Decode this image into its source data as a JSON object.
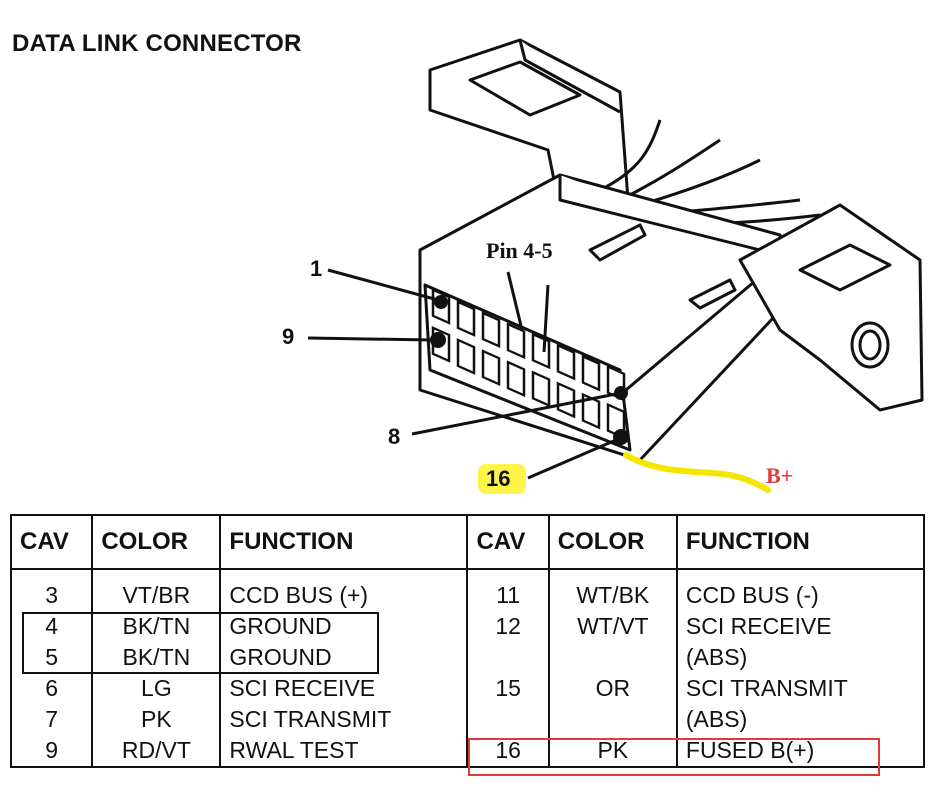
{
  "title": "DATA LINK CONNECTOR",
  "callouts": {
    "pin_1": "1",
    "pin_9": "9",
    "pin_8": "8",
    "pin_16": "16",
    "pin_4_5": "Pin 4-5",
    "b_plus": "B+"
  },
  "colors": {
    "highlight_yellow": "#fff44a",
    "wire_yellow": "#f5e600",
    "annotation_red": "#e53935"
  },
  "table": {
    "headers": [
      "CAV",
      "COLOR",
      "FUNCTION",
      "CAV",
      "COLOR",
      "FUNCTION"
    ],
    "rows": [
      {
        "cav_l": "3",
        "color_l": "VT/BR",
        "fn_l": "CCD BUS (+)",
        "cav_r": "11",
        "color_r": "WT/BK",
        "fn_r": "CCD BUS (-)"
      },
      {
        "cav_l": "4",
        "color_l": "BK/TN",
        "fn_l": "GROUND",
        "cav_r": "12",
        "color_r": "WT/VT",
        "fn_r": "SCI RECEIVE"
      },
      {
        "cav_l": "5",
        "color_l": "BK/TN",
        "fn_l": "GROUND",
        "cav_r": "",
        "color_r": "",
        "fn_r": "(ABS)"
      },
      {
        "cav_l": "6",
        "color_l": "LG",
        "fn_l": "SCI RECEIVE",
        "cav_r": "15",
        "color_r": "OR",
        "fn_r": "SCI TRANSMIT"
      },
      {
        "cav_l": "7",
        "color_l": "PK",
        "fn_l": "SCI TRANSMIT",
        "cav_r": "",
        "color_r": "",
        "fn_r": "(ABS)"
      },
      {
        "cav_l": "9",
        "color_l": "RD/VT",
        "fn_l": "RWAL TEST",
        "cav_r": "16",
        "color_r": "PK",
        "fn_r": "FUSED B(+)"
      }
    ]
  }
}
